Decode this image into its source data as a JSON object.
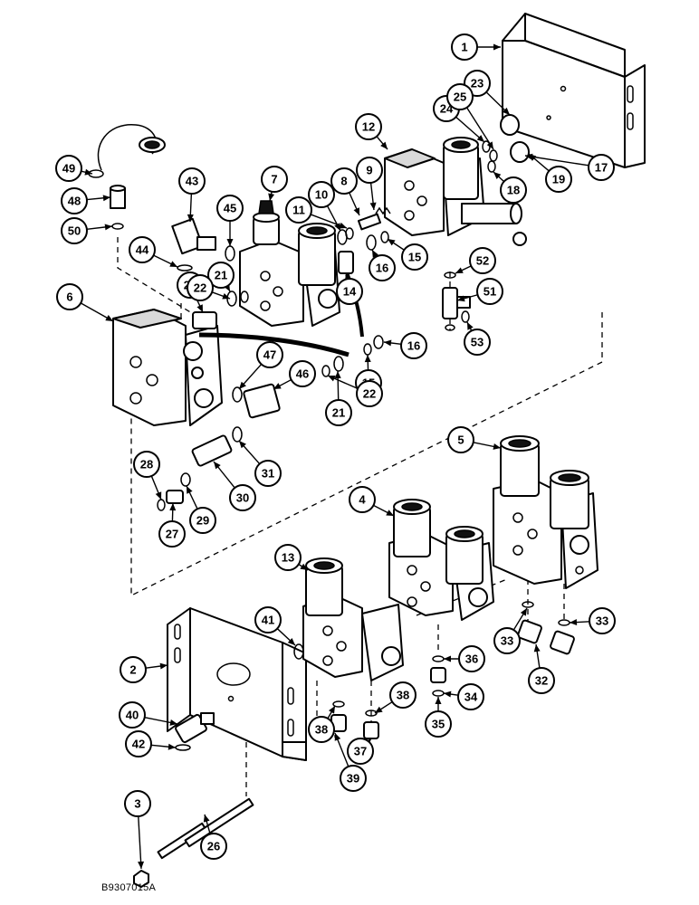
{
  "figure_code": "B9307015A",
  "callouts": [
    {
      "id": "c1",
      "label": "1"
    },
    {
      "id": "c2",
      "label": "2"
    },
    {
      "id": "c3",
      "label": "3"
    },
    {
      "id": "c4",
      "label": "4"
    },
    {
      "id": "c5",
      "label": "5"
    },
    {
      "id": "c6",
      "label": "6"
    },
    {
      "id": "c7",
      "label": "7"
    },
    {
      "id": "c8",
      "label": "8"
    },
    {
      "id": "c9",
      "label": "9"
    },
    {
      "id": "c10",
      "label": "10"
    },
    {
      "id": "c11",
      "label": "11"
    },
    {
      "id": "c12",
      "label": "12"
    },
    {
      "id": "c13",
      "label": "13"
    },
    {
      "id": "c14",
      "label": "14"
    },
    {
      "id": "c15a",
      "label": "15"
    },
    {
      "id": "c15b",
      "label": "15"
    },
    {
      "id": "c16a",
      "label": "16"
    },
    {
      "id": "c16b",
      "label": "16"
    },
    {
      "id": "c17",
      "label": "17"
    },
    {
      "id": "c18",
      "label": "18"
    },
    {
      "id": "c19",
      "label": "19"
    },
    {
      "id": "c20",
      "label": "20"
    },
    {
      "id": "c21a",
      "label": "21"
    },
    {
      "id": "c21b",
      "label": "21"
    },
    {
      "id": "c22a",
      "label": "22"
    },
    {
      "id": "c22b",
      "label": "22"
    },
    {
      "id": "c23",
      "label": "23"
    },
    {
      "id": "c24",
      "label": "24"
    },
    {
      "id": "c25",
      "label": "25"
    },
    {
      "id": "c26",
      "label": "26"
    },
    {
      "id": "c27",
      "label": "27"
    },
    {
      "id": "c28",
      "label": "28"
    },
    {
      "id": "c29",
      "label": "29"
    },
    {
      "id": "c30",
      "label": "30"
    },
    {
      "id": "c31",
      "label": "31"
    },
    {
      "id": "c32",
      "label": "32"
    },
    {
      "id": "c33a",
      "label": "33"
    },
    {
      "id": "c33b",
      "label": "33"
    },
    {
      "id": "c34",
      "label": "34"
    },
    {
      "id": "c35",
      "label": "35"
    },
    {
      "id": "c36",
      "label": "36"
    },
    {
      "id": "c37",
      "label": "37"
    },
    {
      "id": "c38a",
      "label": "38"
    },
    {
      "id": "c38b",
      "label": "38"
    },
    {
      "id": "c39",
      "label": "39"
    },
    {
      "id": "c40",
      "label": "40"
    },
    {
      "id": "c41",
      "label": "41"
    },
    {
      "id": "c42",
      "label": "42"
    },
    {
      "id": "c43",
      "label": "43"
    },
    {
      "id": "c44",
      "label": "44"
    },
    {
      "id": "c45",
      "label": "45"
    },
    {
      "id": "c46",
      "label": "46"
    },
    {
      "id": "c47",
      "label": "47"
    },
    {
      "id": "c48",
      "label": "48"
    },
    {
      "id": "c49",
      "label": "49"
    },
    {
      "id": "c50",
      "label": "50"
    },
    {
      "id": "c51",
      "label": "51"
    },
    {
      "id": "c52",
      "label": "52"
    },
    {
      "id": "c53",
      "label": "53"
    }
  ]
}
